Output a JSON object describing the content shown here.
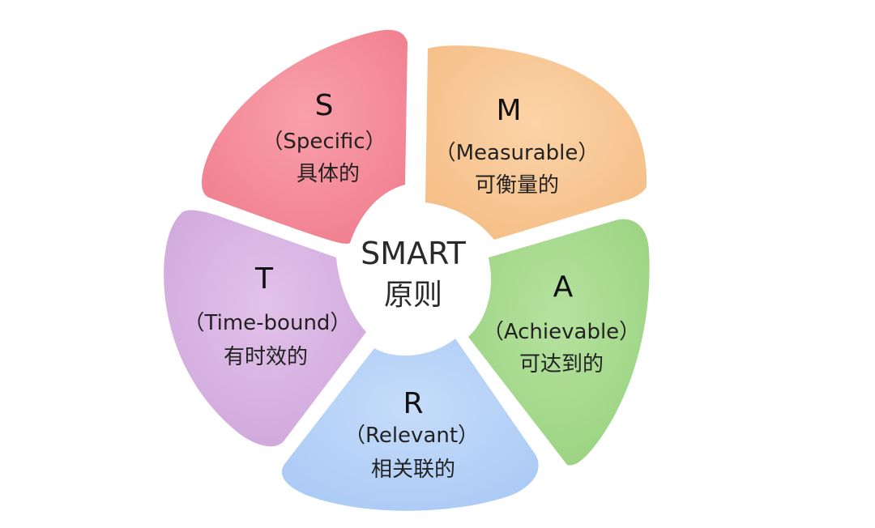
{
  "center": {
    "title": "SMART",
    "subtitle": "原则"
  },
  "segments": [
    {
      "id": "s",
      "letter": "S",
      "english": "（Specific）",
      "chinese": "具体的",
      "color": "#f58a98"
    },
    {
      "id": "m",
      "letter": "M",
      "english": "（Measurable）",
      "chinese": "可衡量的",
      "color": "#f8c894"
    },
    {
      "id": "a",
      "letter": "A",
      "english": "（Achievable）",
      "chinese": "可达到的",
      "color": "#a4d98c"
    },
    {
      "id": "r",
      "letter": "R",
      "english": "（Relevant）",
      "chinese": "相关联的",
      "color": "#b5d2f8"
    },
    {
      "id": "t",
      "letter": "T",
      "english": "（Time-bound）",
      "chinese": "有时效的",
      "color": "#d8b2e2"
    }
  ]
}
